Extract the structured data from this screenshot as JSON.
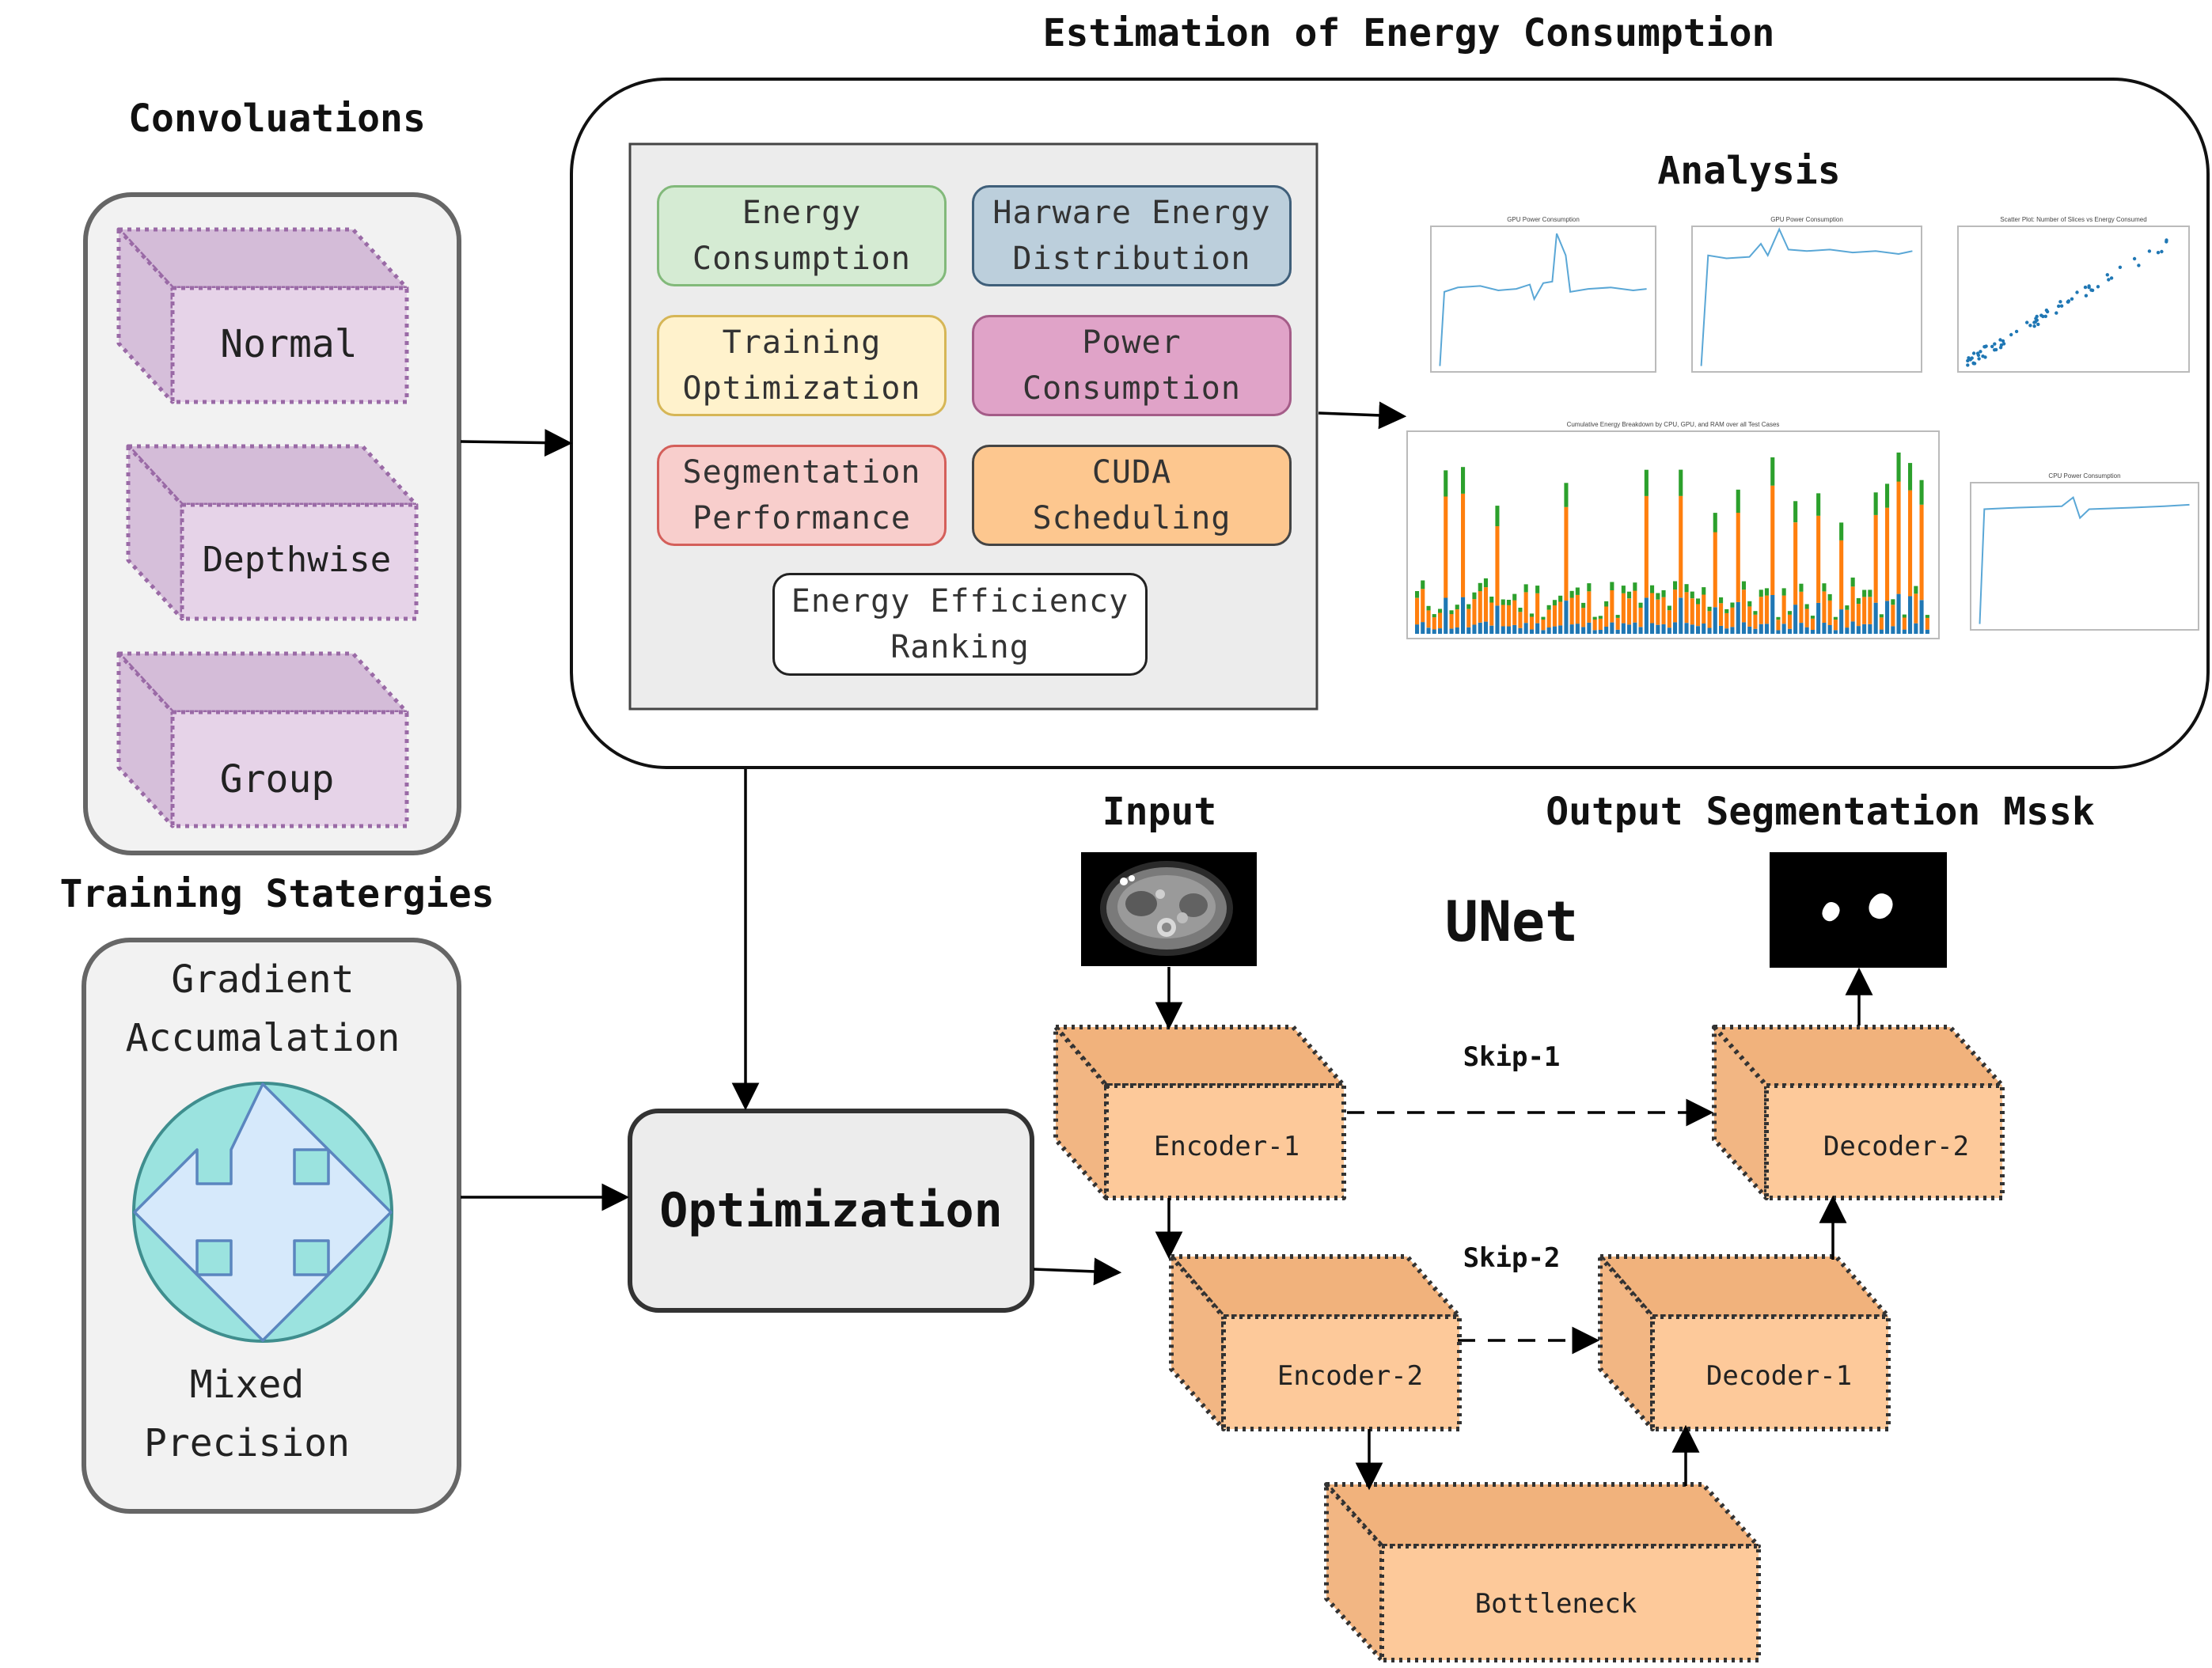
{
  "titles": {
    "estimation": "Estimation of Energy Consumption",
    "convolutions": "Convoluations",
    "training": "Training Statergies",
    "analysis": "Analysis",
    "input": "Input",
    "output": "Output Segmentation Mssk",
    "unet": "UNet"
  },
  "convolutions": [
    "Normal",
    "Depthwise",
    "Group"
  ],
  "training": {
    "top": "Gradient\nAccumalation",
    "bottom": "Mixed\nPrecision"
  },
  "metrics": [
    {
      "label": "Energy\nConsumption",
      "fill": "#d5ebd3",
      "stroke": "#82b97a"
    },
    {
      "label": "Harware Energy\nDistribution",
      "fill": "#bccfdc",
      "stroke": "#3f5f7a"
    },
    {
      "label": "Training\nOptimization",
      "fill": "#fff2cc",
      "stroke": "#d6b656"
    },
    {
      "label": "Power\nConsumption",
      "fill": "#e0a3c8",
      "stroke": "#a45c88"
    },
    {
      "label": "Segmentation\nPerformance",
      "fill": "#f8cecc",
      "stroke": "#d45f5a"
    },
    {
      "label": "CUDA\nScheduling",
      "fill": "#fdc78f",
      "stroke": "#444444"
    },
    {
      "label": "Energy Efficiency\nRanking",
      "fill": "#ffffff",
      "stroke": "#222222"
    }
  ],
  "optimization": "Optimization",
  "unet": {
    "encoder1": "Encoder-1",
    "encoder2": "Encoder-2",
    "bottleneck": "Bottleneck",
    "decoder1": "Decoder-1",
    "decoder2": "Decoder-2",
    "skip1": "Skip-1",
    "skip2": "Skip-2"
  },
  "thumbnails": {
    "gpu1_title": "GPU Power Consumption",
    "gpu2_title": "GPU Power Consumption",
    "scatter_title": "Scatter Plot: Number of Slices vs Energy Consumed",
    "stacked_title": "Cumulative Energy Breakdown by CPU, GPU, and RAM over all Test Cases",
    "cpu_title": "CPU Power Consumption"
  },
  "colors": {
    "conv_fill": "#e6d3e8",
    "conv_side": "#d4bcd8",
    "conv_border": "#9a6aa6",
    "unet_fill": "#fdc99a",
    "unet_side": "#f1b27c",
    "panel": "#f0f0f0",
    "line_blue": "#5aa7d6",
    "bar_blue": "#1f77b4",
    "bar_orange": "#ff7f0e",
    "bar_green": "#2ca02c"
  }
}
